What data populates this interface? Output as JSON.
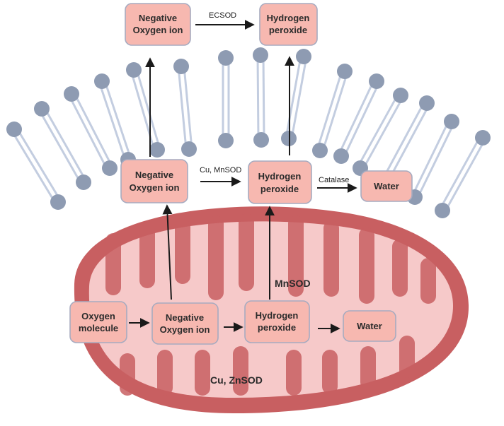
{
  "colors": {
    "box_fill": "#f7b8b0",
    "box_border": "#a7abc0",
    "lipid_head": "#8e9bb2",
    "lipid_tail": "#c3cde0",
    "mito_outer": "#c85f61",
    "mito_inner": "#f6c9c9",
    "arrow": "#1a1a1a"
  },
  "boxes": {
    "top_negative": [
      "Negative",
      "Oxygen ion"
    ],
    "top_hydrogen": [
      "Hydrogen",
      "peroxide"
    ],
    "mid_negative": [
      "Negative",
      "Oxygen ion"
    ],
    "mid_hydrogen": [
      "Hydrogen",
      "peroxide"
    ],
    "mid_water": [
      "Water"
    ],
    "bot_oxygen": [
      "Oxygen",
      "molecule"
    ],
    "bot_negative": [
      "Negative",
      "Oxygen ion"
    ],
    "bot_hydrogen": [
      "Hydrogen",
      "peroxide"
    ],
    "bot_water": [
      "Water"
    ]
  },
  "enzymes": {
    "ecsod": "ECSOD",
    "cu_mnsod": "Cu, MnSOD",
    "catalase": "Catalase",
    "mnsod": "MnSOD",
    "cu_znsod": "Cu, ZnSOD"
  }
}
